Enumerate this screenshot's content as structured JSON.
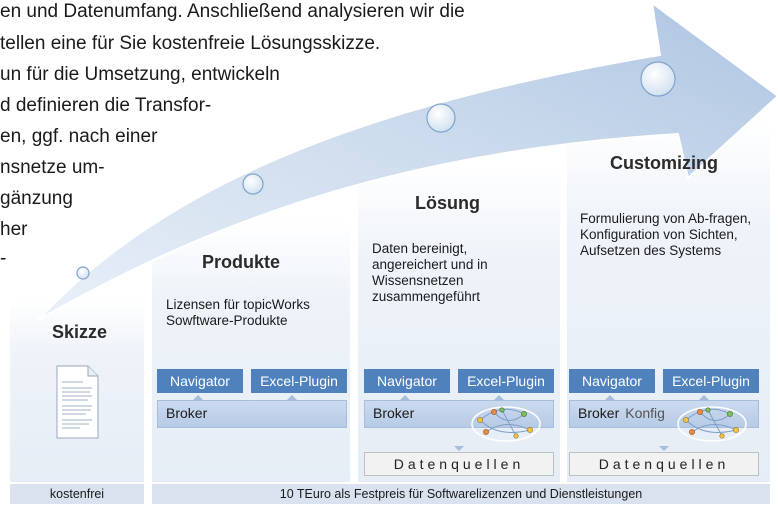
{
  "intro_lines": [
    "en und Datenumfang. Anschließend analysieren wir die",
    "tellen eine für Sie kostenfreie Lösungsskizze.",
    "un für die Umsetzung, entwickeln",
    "d definieren die Transfor-",
    "en, ggf. nach einer",
    "nsnetze um-",
    "gänzung",
    "her",
    "-"
  ],
  "phases": {
    "skizze": {
      "title": "Skizze"
    },
    "produkte": {
      "title": "Produkte",
      "desc": "Lizensen für topicWorks Sowftware-Produkte"
    },
    "loesung": {
      "title": "Lösung",
      "desc": "Daten bereinigt, angereichert und in Wissensnetzen zusammengeführt"
    },
    "customizing": {
      "title": "Customizing",
      "desc": "Formulierung von Ab-fragen, Konfiguration von Sichten, Aufsetzen des Systems"
    }
  },
  "modules": {
    "navigator": "Navigator",
    "excel_plugin": "Excel-Plugin",
    "broker": "Broker",
    "konfig": "Konfig",
    "datenquellen": "Datenquellen"
  },
  "footer": {
    "left": "kostenfrei",
    "right": "10 TEuro als Festpreis für Softwarelizenzen und Dienstleistungen"
  },
  "colors": {
    "arrow": "#bed0e7",
    "module_blue": "#4f81bd",
    "broker_fill": "#c5d6ec",
    "footer_bg": "#d9e2ee"
  },
  "icons": [
    "document-icon",
    "network-graph-icon"
  ]
}
